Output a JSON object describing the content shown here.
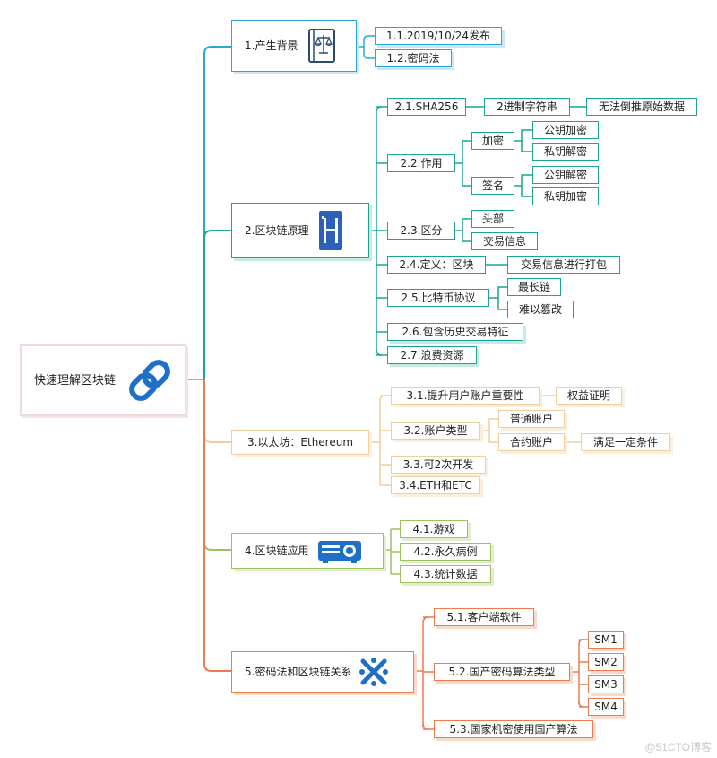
{
  "root": {
    "label": "快速理解区块链",
    "icon": "chain-link-icon"
  },
  "branches": {
    "b1": {
      "label": "1.产生背景",
      "icon": "law-book-icon",
      "children": [
        "1.1.2019/10/24发布",
        "1.2.密码法"
      ]
    },
    "b2": {
      "label": "2.区块链原理",
      "icon": "blockchain-h-icon",
      "c1": "2.1.SHA256",
      "c1a": "2进制字符串",
      "c1b": "无法倒推原始数据",
      "c2": "2.2.作用",
      "c2a": "加密",
      "c2a1": "公钥加密",
      "c2a2": "私钥解密",
      "c2b": "签名",
      "c2b1": "公钥解密",
      "c2b2": "私钥加密",
      "c3": "2.3.区分",
      "c3a": "头部",
      "c3b": "交易信息",
      "c4": "2.4.定义：区块",
      "c4a": "交易信息进行打包",
      "c5": "2.5.比特币协议",
      "c5a": "最长链",
      "c5b": "难以篡改",
      "c6": "2.6.包含历史交易特征",
      "c7": "2.7.浪费资源"
    },
    "b3": {
      "label": "3.以太坊：Ethereum",
      "c1": "3.1.提升用户账户重要性",
      "c1a": "权益证明",
      "c2": "3.2.账户类型",
      "c2a": "普通账户",
      "c2b": "合约账户",
      "c2b1": "满足一定条件",
      "c3": "3.3.可2次开发",
      "c4": "3.4.ETH和ETC"
    },
    "b4": {
      "label": "4.区块链应用",
      "icon": "projector-icon",
      "c1": "4.1.游戏",
      "c2": "4.2.永久病例",
      "c3": "4.3.统计数据"
    },
    "b5": {
      "label": "5.密码法和区块链关系",
      "icon": "cross-link-icon",
      "c1": "5.1.客户端软件",
      "c2": "5.2.国产密码算法类型",
      "c2a": "SM1",
      "c2b": "SM2",
      "c2c": "SM3",
      "c2d": "SM4",
      "c3": "5.3.国家机密使用国产算法"
    }
  },
  "colors": {
    "b1": "#2aa7d6",
    "b2": "#1aa595",
    "b3": "#f2cd9f",
    "b4": "#9bc25f",
    "b5": "#ee7a4f",
    "root_border": "#f3d9dc"
  },
  "watermark": "@51CTO博客"
}
